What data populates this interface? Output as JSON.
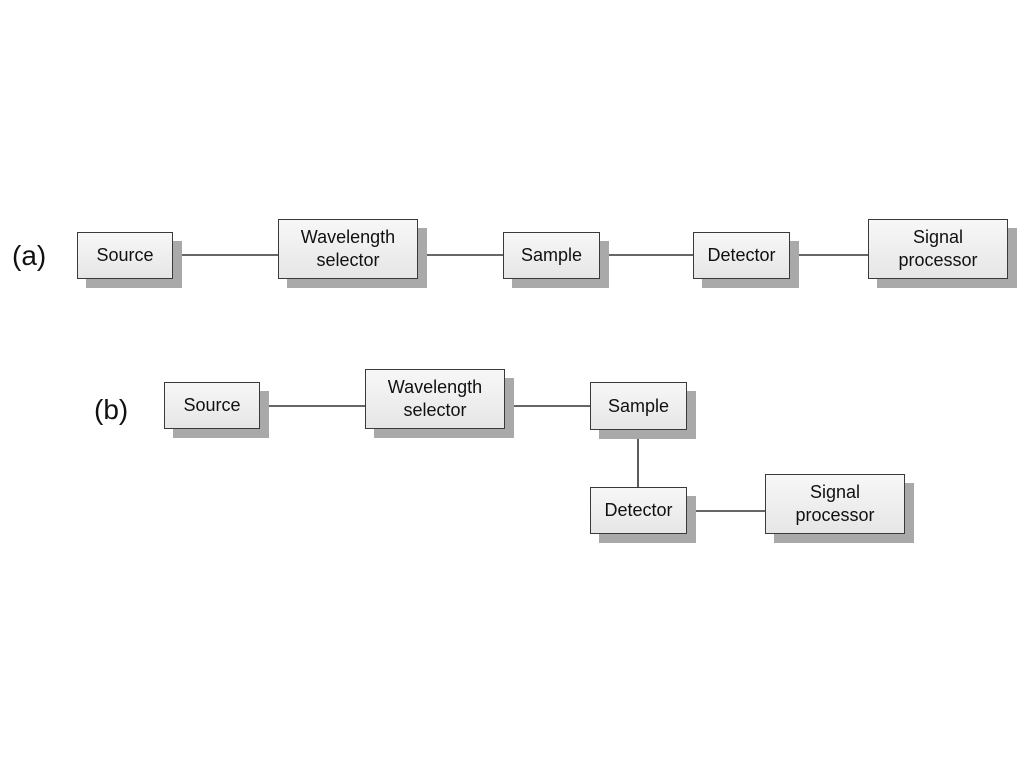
{
  "diagram": {
    "panel_a": {
      "label": "(a)",
      "source": "Source",
      "wavelength_selector": "Wavelength\nselector",
      "sample": "Sample",
      "detector": "Detector",
      "signal_processor": "Signal\nprocessor"
    },
    "panel_b": {
      "label": "(b)",
      "source": "Source",
      "wavelength_selector": "Wavelength\nselector",
      "sample": "Sample",
      "detector": "Detector",
      "signal_processor": "Signal\nprocessor"
    },
    "connections": [
      [
        "Source",
        "Wavelength selector"
      ],
      [
        "Wavelength selector",
        "Sample"
      ],
      [
        "Sample",
        "Detector"
      ],
      [
        "Detector",
        "Signal processor"
      ]
    ]
  }
}
